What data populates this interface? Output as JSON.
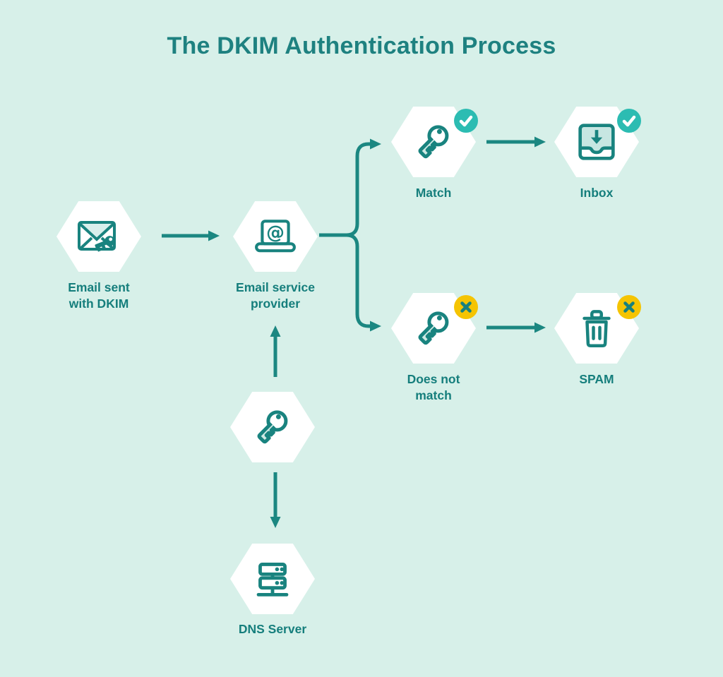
{
  "title": "The DKIM Authentication Process",
  "nodes": {
    "email_sent": {
      "label_lines": [
        "Email sent",
        "with DKIM"
      ],
      "icon": "envelope-key-icon"
    },
    "provider": {
      "label_lines": [
        "Email service",
        "provider"
      ],
      "icon": "laptop-at-icon"
    },
    "match": {
      "label_lines": [
        "Match"
      ],
      "icon": "key-icon",
      "badge": "check"
    },
    "inbox": {
      "label_lines": [
        "Inbox"
      ],
      "icon": "inbox-icon",
      "badge": "check"
    },
    "does_not_match": {
      "label_lines": [
        "Does not",
        "match"
      ],
      "icon": "key-icon",
      "badge": "cross"
    },
    "spam": {
      "label_lines": [
        "SPAM"
      ],
      "icon": "trash-icon",
      "badge": "cross"
    },
    "dns_key": {
      "label_lines": [],
      "icon": "key-icon"
    },
    "dns_server": {
      "label_lines": [
        "DNS Server"
      ],
      "icon": "server-icon"
    }
  },
  "laptop_at_glyph": "@",
  "colors": {
    "background": "#d7f0e9",
    "title_text": "#1e8180",
    "label_text": "#157e7c",
    "icon_stroke": "#19837f",
    "arrow": "#1b8781",
    "badge_check": "#2cbcb2",
    "badge_cross": "#f5c402",
    "icon_fill_light": "#cfe9e4",
    "hexagon_fill": "#ffffff"
  }
}
